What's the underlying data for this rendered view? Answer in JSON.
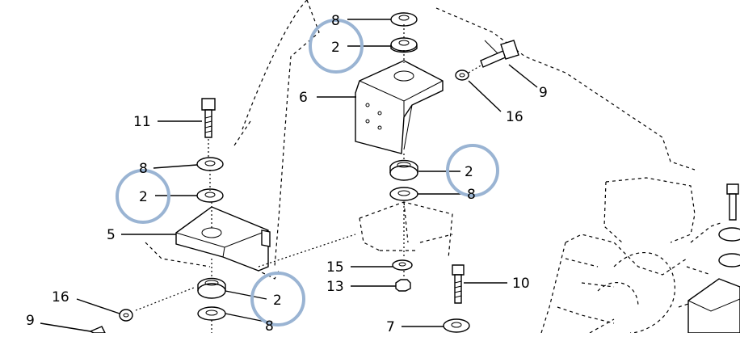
{
  "diagram": {
    "callouts": [
      {
        "id": "c8a",
        "text": "8"
      },
      {
        "id": "c2a",
        "text": "2"
      },
      {
        "id": "c6",
        "text": "6"
      },
      {
        "id": "c16a",
        "text": "16"
      },
      {
        "id": "c9a",
        "text": "9"
      },
      {
        "id": "c11",
        "text": "11"
      },
      {
        "id": "c8b",
        "text": "8"
      },
      {
        "id": "c2b",
        "text": "2"
      },
      {
        "id": "c5",
        "text": "5"
      },
      {
        "id": "c2c",
        "text": "2"
      },
      {
        "id": "c8c",
        "text": "8"
      },
      {
        "id": "c15",
        "text": "15"
      },
      {
        "id": "c13",
        "text": "13"
      },
      {
        "id": "c10",
        "text": "10"
      },
      {
        "id": "c16b",
        "text": "16"
      },
      {
        "id": "c9b",
        "text": "9"
      },
      {
        "id": "c2d",
        "text": "2"
      },
      {
        "id": "c8d",
        "text": "8"
      },
      {
        "id": "c7",
        "text": "7"
      }
    ],
    "highlight_color": "#9ab4d3"
  }
}
